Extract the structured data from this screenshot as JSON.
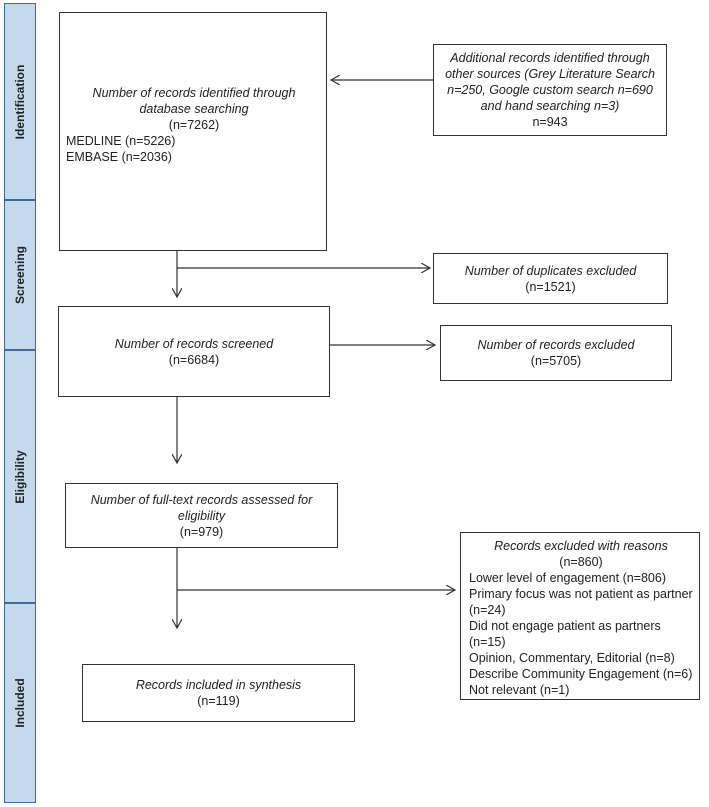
{
  "stages": [
    "Identification",
    "Screening",
    "Eligibility",
    "Included"
  ],
  "identified": {
    "lines": [
      "Number of records identified through",
      "database searching"
    ],
    "count": "(n=7262)",
    "medline": "MEDLINE (n=5226)",
    "embase": "EMBASE (n=2036)"
  },
  "additional": {
    "lines": [
      "Additional records identified through",
      "other sources (Grey Literature Search",
      "n=250, Google custom search n=690",
      "and hand searching n=3)"
    ],
    "count": "n=943"
  },
  "duplicates": {
    "label": "Number of duplicates excluded",
    "count": "(n=1521)"
  },
  "screened": {
    "label": "Number of records screened",
    "count": "(n=6684)"
  },
  "excluded": {
    "label": "Number of records excluded",
    "count": "(n=5705)"
  },
  "fulltext": {
    "lines": [
      "Number of full-text records assessed for",
      "eligibility"
    ],
    "count": "(n=979)"
  },
  "reasons": {
    "title": "Records excluded with reasons",
    "count": "(n=860)",
    "items": [
      "Lower level of engagement (n=806)",
      "Primary focus was not patient as partner",
      "(n=24)",
      "Did not engage patient as partners (n=15)",
      "Opinion, Commentary, Editorial (n=8)",
      "Describe Community Engagement (n=6)",
      "Not relevant (n=1)"
    ]
  },
  "included": {
    "label": "Records included in synthesis",
    "count": "(n=119)"
  },
  "colors": {
    "stage_fill": "#c5d9ee",
    "stage_border": "#3d6a9a",
    "box_border": "#333333"
  }
}
